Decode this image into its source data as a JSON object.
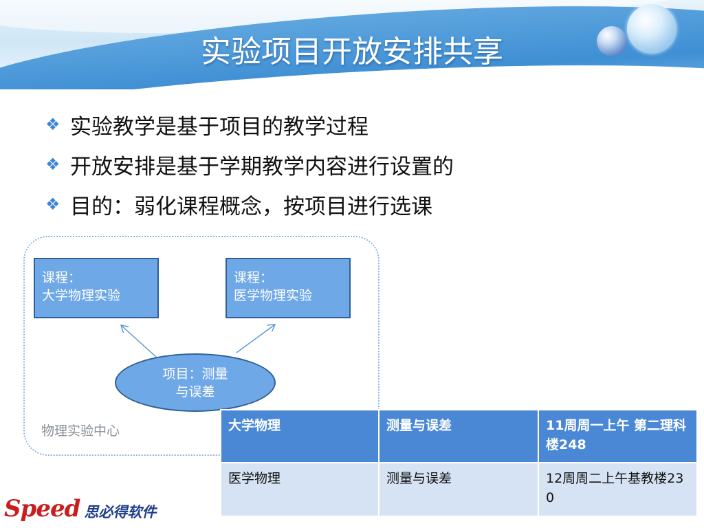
{
  "slide": {
    "title": "实验项目开放安排共享"
  },
  "bullets": [
    {
      "mark": "❖",
      "text": "实验教学是基于项目的教学过程"
    },
    {
      "mark": "❖",
      "text": "开放安排是基于学期教学内容进行设置的"
    },
    {
      "mark": "❖",
      "text": "目的：弱化课程概念，按项目进行选课"
    }
  ],
  "diagram": {
    "center_label": "物理实验中心",
    "courses": [
      {
        "line1": "课程：",
        "line2": "大学物理实验"
      },
      {
        "line1": "课程：",
        "line2": "医学物理实验"
      }
    ],
    "project": {
      "line1": "项目：测量",
      "line2": "与误差"
    }
  },
  "table": {
    "rows": [
      {
        "course": "大学物理",
        "project": "测量与误差",
        "time": "11周周一上午 第二理科楼248"
      },
      {
        "course": "医学物理",
        "project": "测量与误差",
        "time": "12周周二上午基教楼230"
      }
    ]
  },
  "logo": {
    "brand": "Speed",
    "name_cn": "思必得软件"
  },
  "colors": {
    "accent": "#3d86d6",
    "node_fill": "#6fa8e6",
    "node_border": "#2f5f95",
    "table_header": "#4a88d6",
    "table_body": "#d6e3f4",
    "logo_red": "#c81e1e",
    "logo_blue": "#1f3f8a"
  }
}
